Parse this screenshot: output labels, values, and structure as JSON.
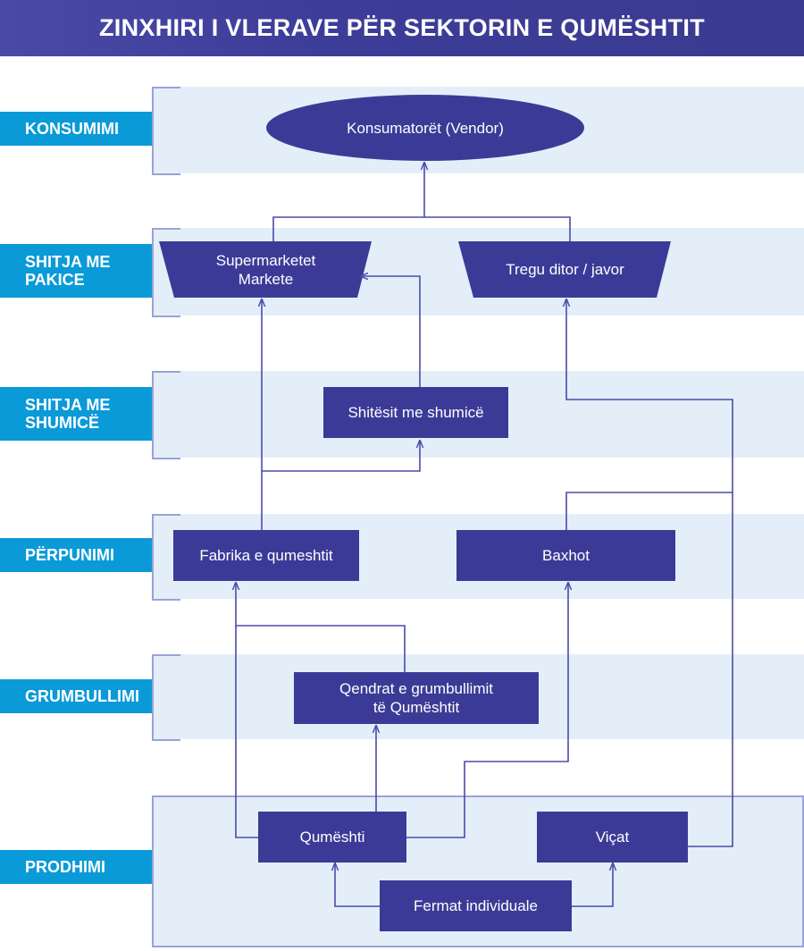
{
  "title": "ZINXHIRI I VLERAVE PËR SEKTORIN E QUMËSHTIT",
  "stages": {
    "konsumimi": "KONSUMIMI",
    "pakice": [
      "SHITJA ME",
      "PAKICE"
    ],
    "shumice": [
      "SHITJA ME",
      "SHUMICË"
    ],
    "perpunimi": "PËRPUNIMI",
    "grumbullimi": "GRUMBULLIMI",
    "prodhimi": "PRODHIMI"
  },
  "nodes": {
    "konsumatoret": "Konsumatorët (Vendor)",
    "supermarketet": [
      "Supermarketet",
      "Markete"
    ],
    "tregu": "Tregu ditor / javor",
    "shitesit": "Shitësit me shumicë",
    "fabrika": "Fabrika e qumeshtit",
    "baxhot": "Baxhot",
    "qendrat": [
      "Qendrat e grumbullimit",
      "të Qumështit"
    ],
    "qumeshti": "Qumështi",
    "vicat": "Viçat",
    "fermat": "Fermat individuale"
  },
  "colors": {
    "node": "#3b3b97",
    "stage": "#0a9ad8",
    "band": "#e4eef9",
    "line": "#4b4ba8"
  }
}
